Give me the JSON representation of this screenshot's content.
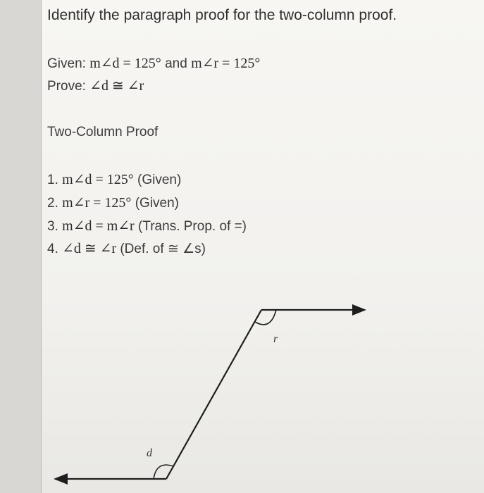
{
  "question": "Identify the paragraph proof for the two-column proof.",
  "given": {
    "label": "Given:",
    "expr1": "m∠d = 125°",
    "connector": "and",
    "expr2": "m∠r = 125°"
  },
  "prove": {
    "label": "Prove:",
    "expr": "∠d ≅ ∠r"
  },
  "two_column_title": "Two-Column Proof",
  "steps": [
    {
      "num": "1.",
      "statement": "m∠d = 125°",
      "reason": "(Given)"
    },
    {
      "num": "2.",
      "statement": "m∠r = 125°",
      "reason": "(Given)"
    },
    {
      "num": "3.",
      "statement": "m∠d = m∠r",
      "reason": "(Trans. Prop. of =)"
    },
    {
      "num": "4.",
      "statement": "∠d ≅ ∠r",
      "reason": "(Def. of ≅ ∠s)"
    }
  ],
  "diagram": {
    "label_r": "r",
    "label_d": "d"
  }
}
